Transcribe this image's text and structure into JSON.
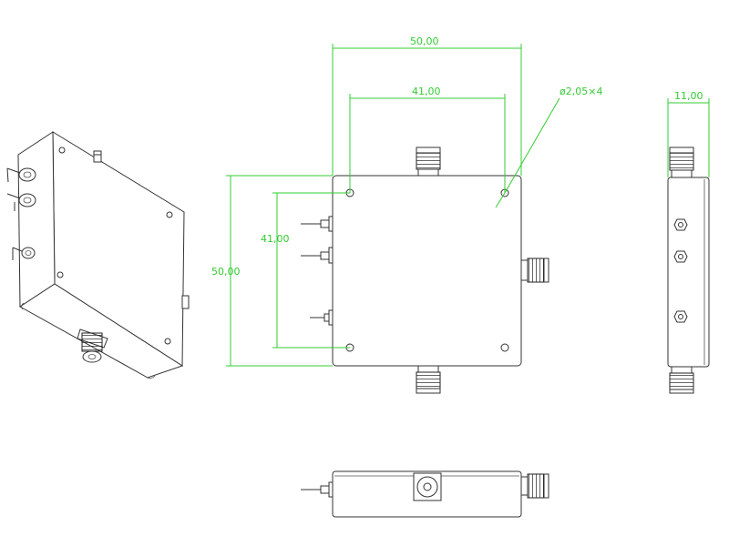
{
  "dimensions": {
    "overall_width": "50,00",
    "hole_spacing_width": "41,00",
    "hole_callout": "ø2,05×4",
    "overall_height": "50,00",
    "hole_spacing_height": "41,00",
    "thickness": "11,00"
  },
  "colors": {
    "dimension": "#33cc33",
    "outline": "#333333",
    "background": "#ffffff"
  },
  "icons": {
    "sma_connector": "threaded-coaxial-connector",
    "pin_terminal": "feedthrough-pin",
    "mounting_hole": "circle",
    "hex_nut": "hexagon"
  }
}
